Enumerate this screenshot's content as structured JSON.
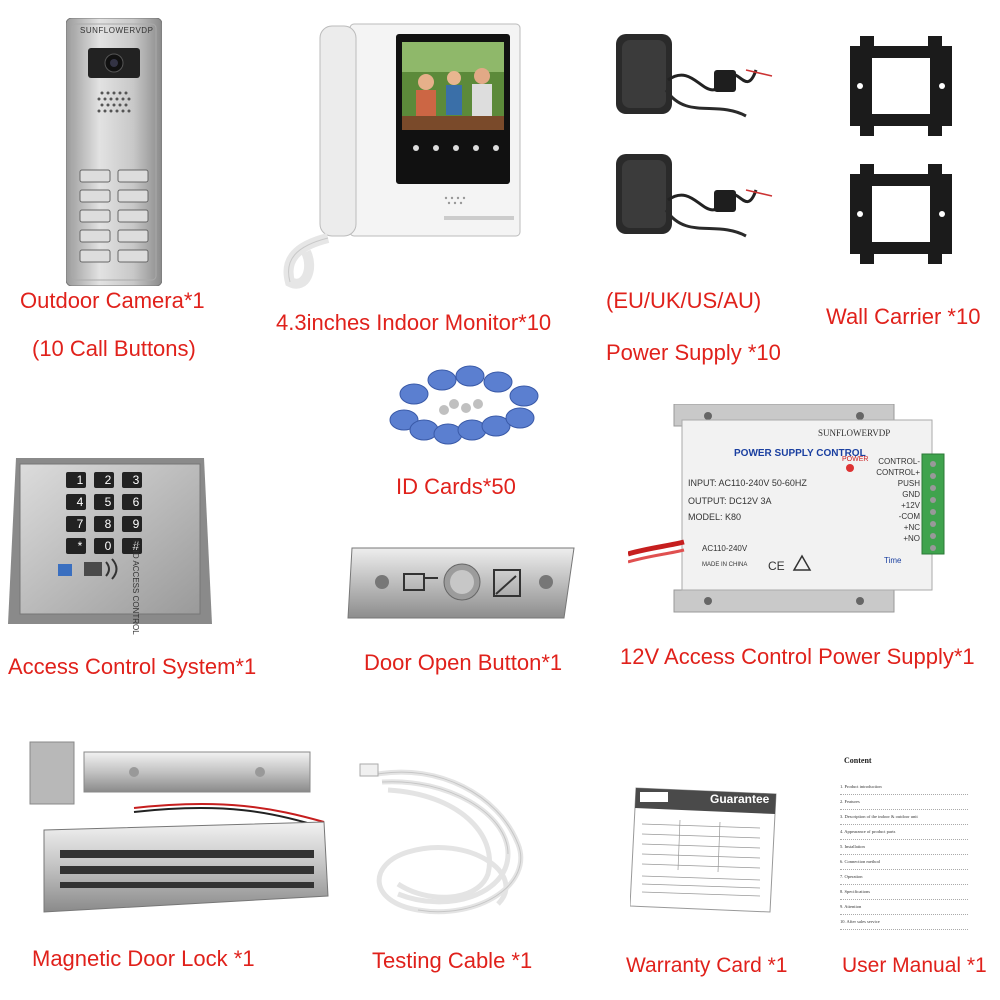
{
  "labels": {
    "outdoor_camera": "Outdoor Camera*1",
    "outdoor_camera_sub": "(10 Call Buttons)",
    "indoor_monitor": "4.3inches Indoor Monitor*10",
    "power_supply_region": "(EU/UK/US/AU)",
    "power_supply": "Power Supply *10",
    "wall_carrier": "Wall Carrier *10",
    "id_cards": "ID Cards*50",
    "access_control": "Access Control System*1",
    "door_open_button": "Door Open Button*1",
    "access_power_supply": "12V Access Control Power Supply*1",
    "magnetic_lock": "Magnetic Door Lock *1",
    "testing_cable": "Testing Cable *1",
    "warranty_card": "Warranty Card *1",
    "user_manual": "User Manual *1"
  },
  "camera_brand": "SUNFLOWERVDP",
  "psu_box": {
    "title": "POWER SUPPLY CONTROL",
    "brand": "SUNFLOWERVDP",
    "power_led": "POWER",
    "input": "INPUT: AC110-240V  50-60HZ",
    "output": "OUTPUT: DC12V  3A",
    "model": "MODEL: K80",
    "ac": "AC110-240V",
    "made_in": "MADE IN CHINA",
    "time": "Time",
    "terminals": [
      "CONTROL-",
      "CONTROL+",
      "PUSH",
      "GND",
      "+12V",
      "-COM",
      "+NC",
      "+NO"
    ]
  },
  "keypad": {
    "keys": [
      "1",
      "2",
      "3",
      "4",
      "5",
      "6",
      "7",
      "8",
      "9",
      "*",
      "0",
      "#"
    ],
    "side_text": "RFID ACCESS CONTROL"
  },
  "warranty_title": "Guarantee",
  "manual": {
    "title": "Content",
    "items": [
      "1.  Product introduction",
      "2.  Features",
      "3.  Description of the indoor & outdoor unit",
      "4.  Appearance of product parts",
      "5.  Installation",
      "6.  Connection method",
      "7.  Operation",
      "8.  Specifications",
      "9.  Attention",
      "10. After sales service"
    ]
  }
}
